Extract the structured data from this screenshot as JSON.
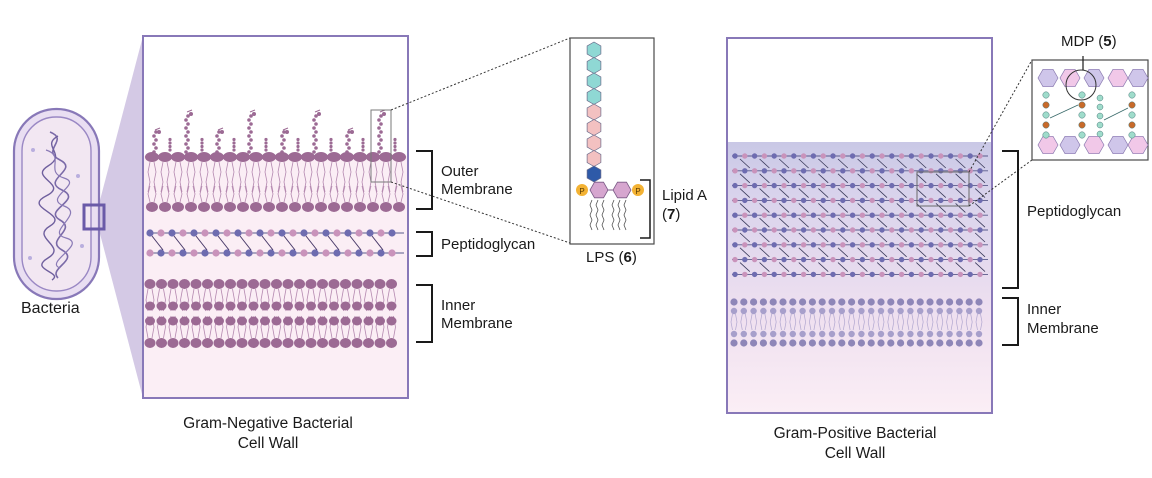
{
  "bacteria_label": "Bacteria",
  "gram_negative": {
    "title_line1": "Gram-Negative Bacterial",
    "title_line2": "Cell Wall",
    "labels": {
      "outer_membrane_1": "Outer",
      "outer_membrane_2": "Membrane",
      "peptidoglycan": "Peptidoglycan",
      "inner_membrane_1": "Inner",
      "inner_membrane_2": "Membrane"
    }
  },
  "lps_inset": {
    "lps_label": "LPS (",
    "lps_number": "6",
    "lps_close": ")",
    "lipid_a_label": "Lipid A",
    "lipid_a_paren_open": "(",
    "lipid_a_number": "7",
    "lipid_a_paren_close": ")",
    "phosphate_symbol": "P"
  },
  "gram_positive": {
    "title_line1": "Gram-Positive Bacterial",
    "title_line2": "Cell Wall",
    "labels": {
      "peptidoglycan": "Peptidoglycan",
      "inner_membrane_1": "Inner",
      "inner_membrane_2": "Membrane"
    }
  },
  "mdp_inset": {
    "mdp_label": "MDP (",
    "mdp_number": "5",
    "mdp_close": ")"
  },
  "colors": {
    "frame": "#8878b8",
    "panel_fill": "#fbeef5",
    "lipid_head": "#9c6a94",
    "blue_unit": "#6e6cb0",
    "pink_unit": "#c993bb",
    "teal_sugar": "#8fd8d4",
    "salmon_sugar": "#f3c1c1",
    "dark_blue_sugar": "#2e5aa8",
    "hex_pink": "#d6a6cf",
    "phosphate": "#f3b233",
    "mdp_hex_purple": "#cfc6ea",
    "mdp_hex_pink": "#f1c8e8",
    "orange_node": "#c86a2a",
    "teal_node": "#9fdccb"
  }
}
